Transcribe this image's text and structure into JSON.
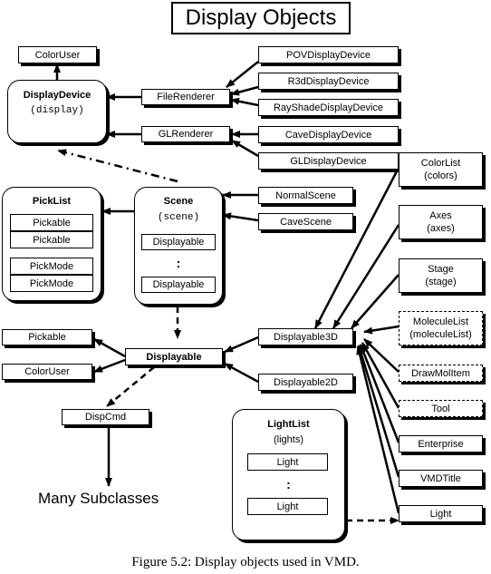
{
  "title": "Display Objects",
  "caption": "Figure 5.2: Display objects used in VMD.",
  "display_device": {
    "name": "DisplayDevice",
    "var": "(display)"
  },
  "color_user_top": "ColorUser",
  "file_renderer": "FileRenderer",
  "gl_renderer": "GLRenderer",
  "file_devices": [
    "POVDisplayDevice",
    "R3dDisplayDevice",
    "RayShadeDisplayDevice"
  ],
  "gl_devices": [
    "CaveDisplayDevice",
    "GLDisplayDevice"
  ],
  "pick_list": {
    "name": "PickList",
    "pickables": [
      "Pickable",
      "Pickable"
    ],
    "pickmodes": [
      "PickMode",
      "PickMode"
    ]
  },
  "scene": {
    "name": "Scene",
    "var": "(scene)",
    "item_top": "Displayable",
    "dots": ":",
    "item_bottom": "Displayable"
  },
  "normal_scene": "NormalScene",
  "cave_scene": "CaveScene",
  "right_lists": [
    {
      "name": "ColorList",
      "var": "(colors)"
    },
    {
      "name": "Axes",
      "var": "(axes)"
    },
    {
      "name": "Stage",
      "var": "(stage)"
    },
    {
      "name": "MoleculeList",
      "var": "(moleculeList)"
    }
  ],
  "draw_mol_item": "DrawMolItem",
  "tool": "Tool",
  "enterprise": "Enterprise",
  "vmd_title": "VMDTitle",
  "light_right": "Light",
  "displayable3d": "Displayable3D",
  "displayable2d": "Displayable2D",
  "displayable": "Displayable",
  "pickable": "Pickable",
  "color_user": "ColorUser",
  "disp_cmd": "DispCmd",
  "many_subclasses": "Many Subclasses",
  "light_list": {
    "name": "LightList",
    "var": "(lights)",
    "light_top": "Light",
    "dots": ":",
    "light_bottom": "Light"
  }
}
